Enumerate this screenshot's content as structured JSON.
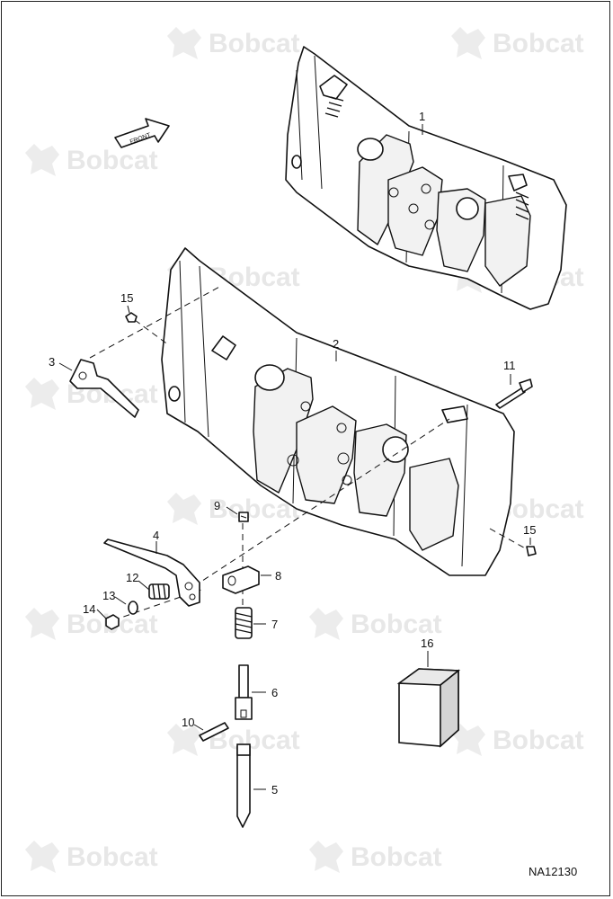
{
  "diagram": {
    "watermark_text": "Bobcat",
    "front_arrow_label": "FRONT",
    "drawing_code": "NA12130",
    "callouts": {
      "c1": "1",
      "c2": "2",
      "c3": "3",
      "c4": "4",
      "c5": "5",
      "c6": "6",
      "c7": "7",
      "c8": "8",
      "c9": "9",
      "c10": "10",
      "c11": "11",
      "c12": "12",
      "c13": "13",
      "c14": "14",
      "c15a": "15",
      "c15b": "15",
      "c16": "16"
    }
  }
}
